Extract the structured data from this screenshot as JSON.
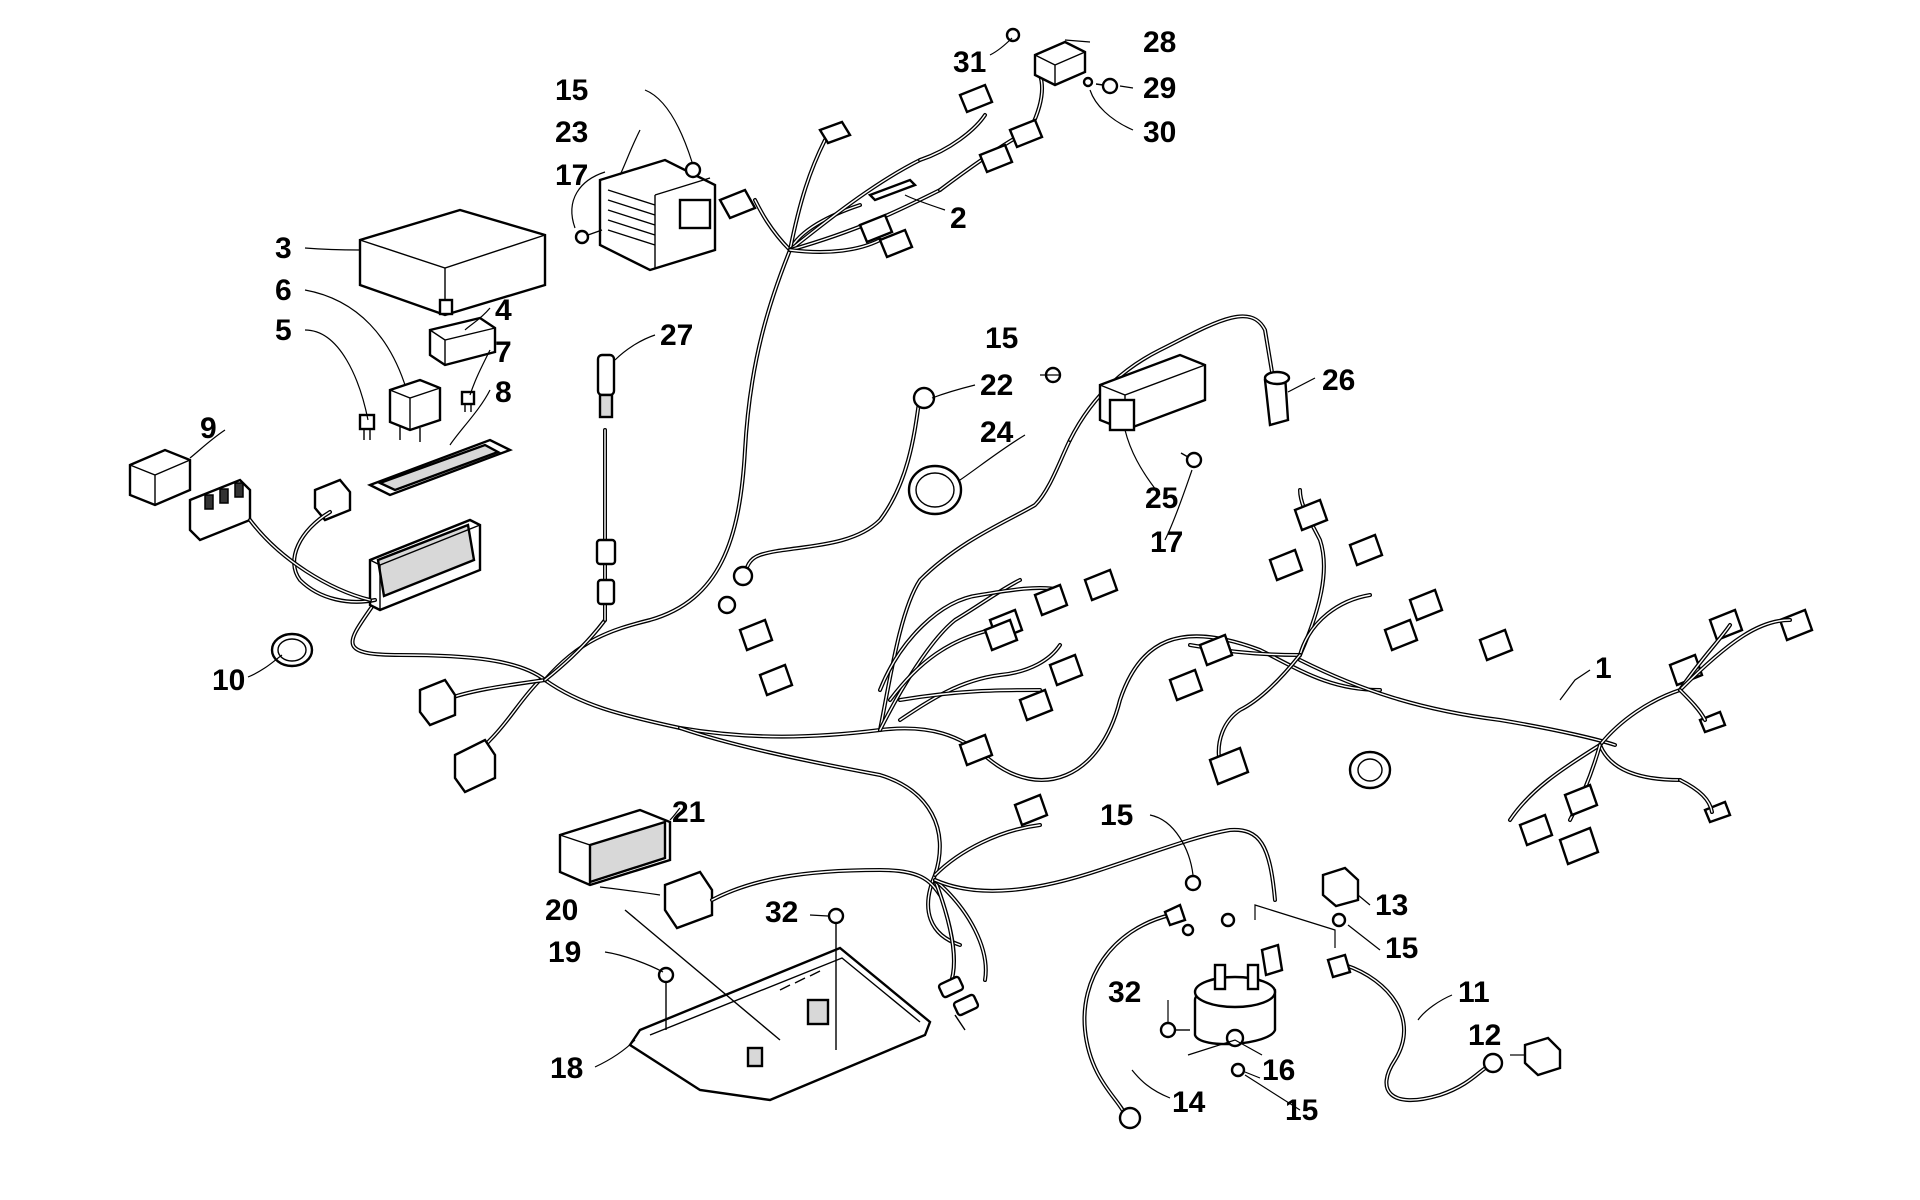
{
  "callouts": [
    {
      "id": "1",
      "label": "1"
    },
    {
      "id": "2",
      "label": "2"
    },
    {
      "id": "3",
      "label": "3"
    },
    {
      "id": "4",
      "label": "4"
    },
    {
      "id": "5",
      "label": "5"
    },
    {
      "id": "6",
      "label": "6"
    },
    {
      "id": "7",
      "label": "7"
    },
    {
      "id": "8",
      "label": "8"
    },
    {
      "id": "9",
      "label": "9"
    },
    {
      "id": "10",
      "label": "10"
    },
    {
      "id": "11",
      "label": "11"
    },
    {
      "id": "12",
      "label": "12"
    },
    {
      "id": "13",
      "label": "13"
    },
    {
      "id": "14",
      "label": "14"
    },
    {
      "id": "15a",
      "label": "15"
    },
    {
      "id": "15b",
      "label": "15"
    },
    {
      "id": "15c",
      "label": "15"
    },
    {
      "id": "15d",
      "label": "15"
    },
    {
      "id": "15e",
      "label": "15"
    },
    {
      "id": "16",
      "label": "16"
    },
    {
      "id": "17a",
      "label": "17"
    },
    {
      "id": "17b",
      "label": "17"
    },
    {
      "id": "18",
      "label": "18"
    },
    {
      "id": "19",
      "label": "19"
    },
    {
      "id": "20",
      "label": "20"
    },
    {
      "id": "21",
      "label": "21"
    },
    {
      "id": "22",
      "label": "22"
    },
    {
      "id": "23",
      "label": "23"
    },
    {
      "id": "24",
      "label": "24"
    },
    {
      "id": "25",
      "label": "25"
    },
    {
      "id": "26",
      "label": "26"
    },
    {
      "id": "27",
      "label": "27"
    },
    {
      "id": "28",
      "label": "28"
    },
    {
      "id": "29",
      "label": "29"
    },
    {
      "id": "30",
      "label": "30"
    },
    {
      "id": "31",
      "label": "31"
    },
    {
      "id": "32a",
      "label": "32"
    },
    {
      "id": "32b",
      "label": "32"
    }
  ]
}
